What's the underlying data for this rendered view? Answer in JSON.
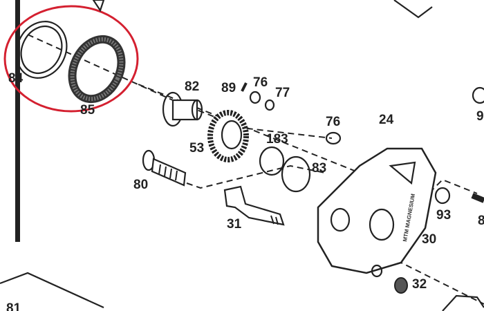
{
  "diagram": {
    "type": "exploded parts diagram",
    "highlight_color": "#d42030",
    "ink_color": "#222222",
    "cover_logo_text": "MTM MAGNESIUM",
    "part_labels": {
      "p84": "84",
      "p85": "85",
      "p82": "82",
      "p89": "89",
      "p76a": "76",
      "p77": "77",
      "p76b": "76",
      "p24": "24",
      "p183": "183",
      "p53": "53",
      "p83": "83",
      "p80": "80",
      "p31": "31",
      "p93": "93",
      "p30": "30",
      "p32": "32",
      "p81": "81",
      "p9x": "9",
      "p8x": "8"
    }
  }
}
